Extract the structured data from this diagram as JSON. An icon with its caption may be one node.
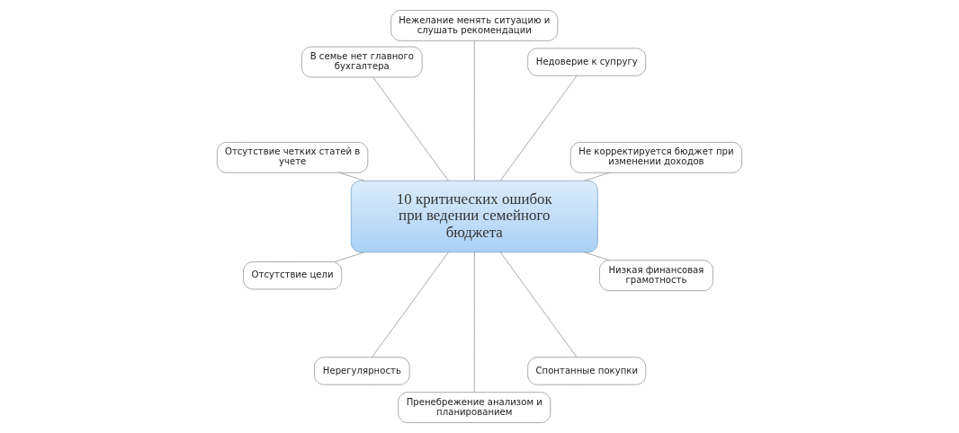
{
  "diagram": {
    "nodes": [
      {
        "text": [
          "10 критических ошибок при ведении семейного бюджета"
        ]
      },
      {
        "text": [
          "Не корректируется бюджет при изменении доходов"
        ]
      },
      {
        "text": [
          "Недоверие к супругу"
        ]
      },
      {
        "text": [
          "Нежелание менять ситуацию и слушать рекомендации"
        ]
      },
      {
        "text": [
          "В семье нет главного бухгалтера"
        ]
      },
      {
        "text": [
          "Отсутствие четких статей в учете"
        ]
      },
      {
        "text": [
          "Отсутствие цели"
        ]
      },
      {
        "text": [
          "Нерегулярность"
        ]
      },
      {
        "text": [
          "Пренебрежение анализом и планированием"
        ]
      },
      {
        "text": [
          "Спонтанные покупки"
        ]
      },
      {
        "text": [
          "Низкая финансовая грамотность"
        ]
      }
    ],
    "edges": [
      {
        "from": 0,
        "to": 1,
        "arrow": "none"
      },
      {
        "from": 0,
        "to": 2,
        "arrow": "none"
      },
      {
        "from": 0,
        "to": 3,
        "arrow": "none"
      },
      {
        "from": 0,
        "to": 4,
        "arrow": "none"
      },
      {
        "from": 0,
        "to": 5,
        "arrow": "none"
      },
      {
        "from": 0,
        "to": 6,
        "arrow": "none"
      },
      {
        "from": 0,
        "to": 7,
        "arrow": "none"
      },
      {
        "from": 0,
        "to": 8,
        "arrow": "none"
      },
      {
        "from": 0,
        "to": 9,
        "arrow": "none"
      },
      {
        "from": 0,
        "to": 10,
        "arrow": "none"
      }
    ]
  }
}
